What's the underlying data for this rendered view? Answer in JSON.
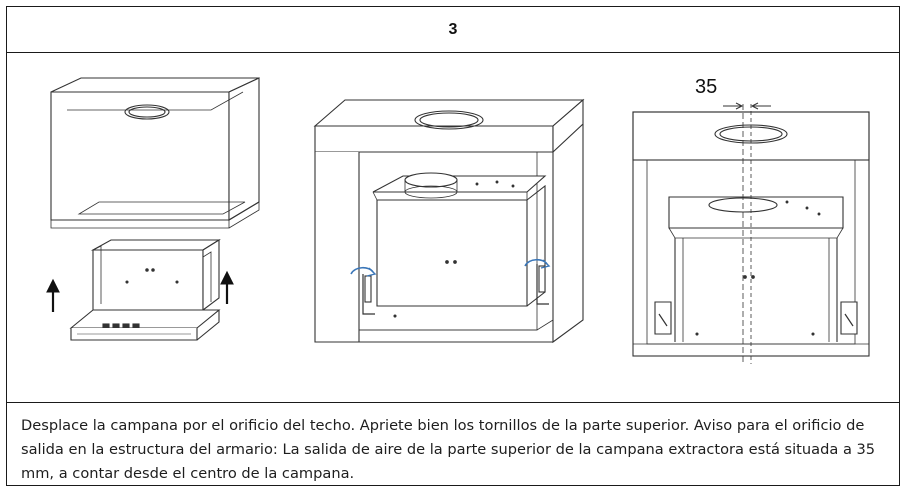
{
  "step_number": "3",
  "dimension_label": "35",
  "instruction_text": "Desplace la campana por el orificio del techo. Apriete bien los tornillos de la parte superior. Aviso para el orificio de salida en la estructura del armario: La salida de aire de la parte superior de la campana extractora está situada a 35 mm, a contar desde el centro de la campana.",
  "colors": {
    "line": "#333333",
    "arrow": "#111111",
    "rotation": "#3a76b8"
  }
}
